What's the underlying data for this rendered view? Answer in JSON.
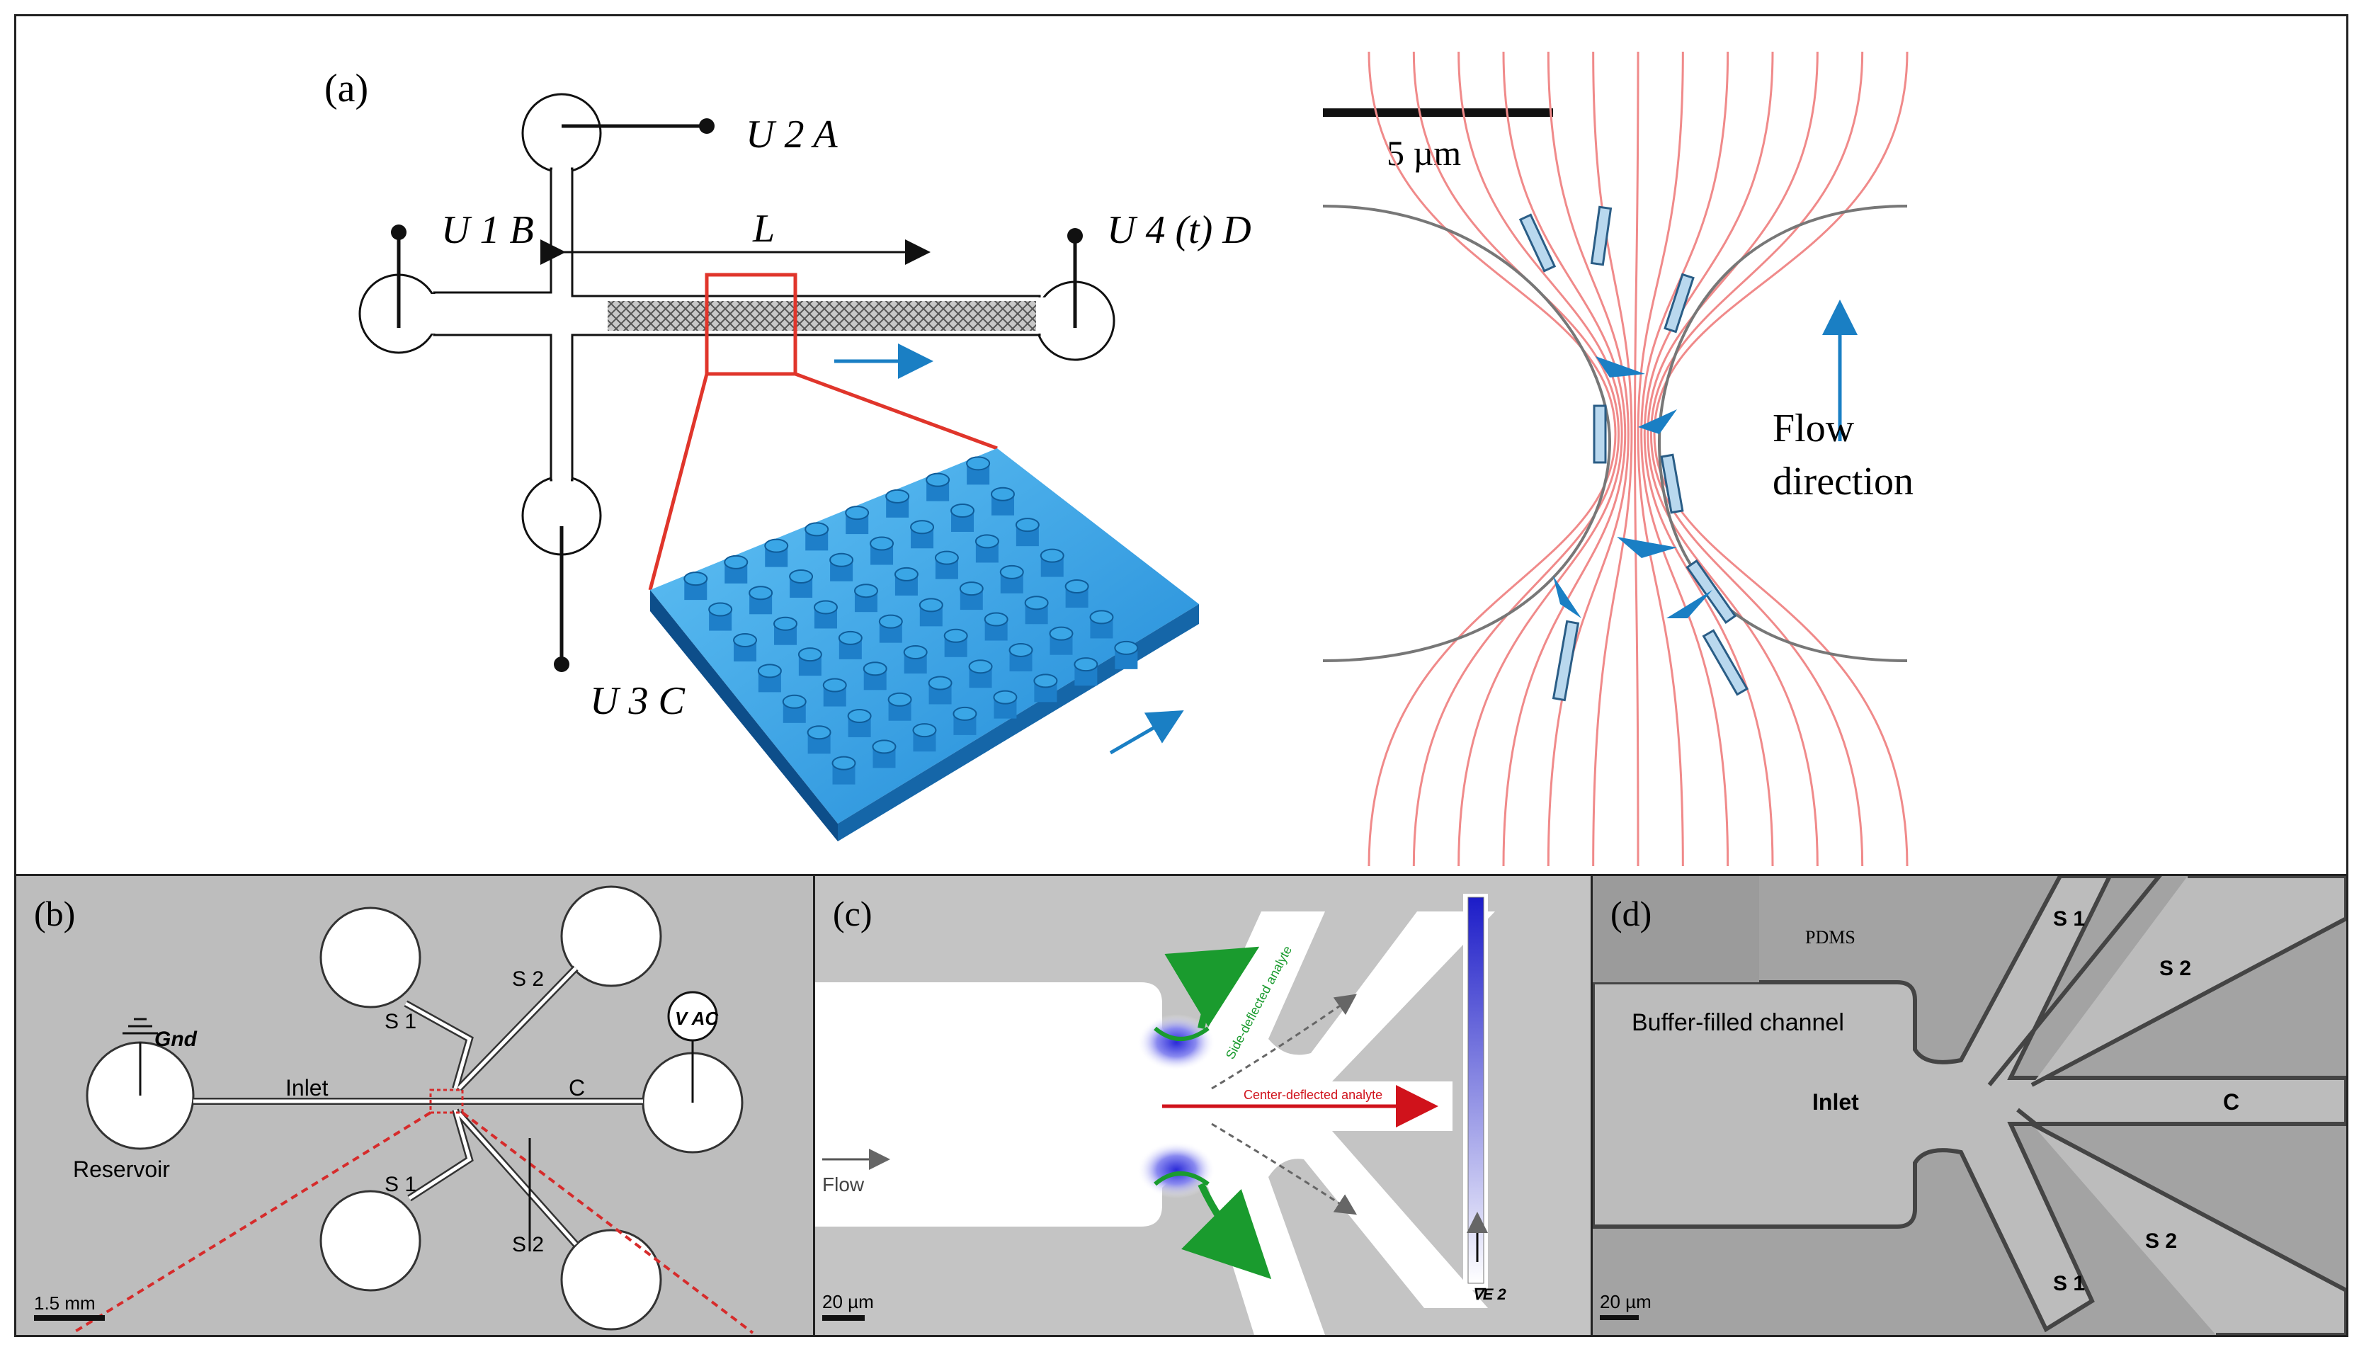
{
  "panel_a": {
    "label": "(a)",
    "electrode_top": "U 2 A",
    "electrode_left": "U 1 B",
    "electrode_right": "U 4 (t)  D",
    "electrode_bottom": "U 3 C",
    "length_label": "L",
    "scale_bar": "5 µm",
    "flow_label_1": "Flow",
    "flow_label_2": "direction",
    "colors": {
      "red": "#e0352b",
      "blue": "#1a7fc4",
      "streamline": "#f08a8a"
    }
  },
  "panel_b": {
    "label": "(b)",
    "gnd": "Gnd",
    "inlet": "Inlet",
    "reservoir": "Reservoir",
    "vac": "V AC",
    "s1_top": "S 1",
    "s2_top": "S 2",
    "s1_bottom": "S 1",
    "s2_bottom": "S 2",
    "c": "C",
    "scale_bar": "1.5 mm"
  },
  "panel_c": {
    "label": "(c)",
    "flow": "Flow",
    "side_deflected": "Side-deflected analyte",
    "center_deflected": "Center-deflected analyte",
    "grad_label": "∇E 2",
    "scale_bar": "20 µm"
  },
  "panel_d": {
    "label": "(d)",
    "pdms": "PDMS",
    "buffer": "Buffer-filled channel",
    "inlet": "Inlet",
    "s1_top": "S 1",
    "s2_top": "S 2",
    "c": "C",
    "s2_bottom": "S 2",
    "s1_bottom": "S 1",
    "scale_bar": "20 µm"
  }
}
